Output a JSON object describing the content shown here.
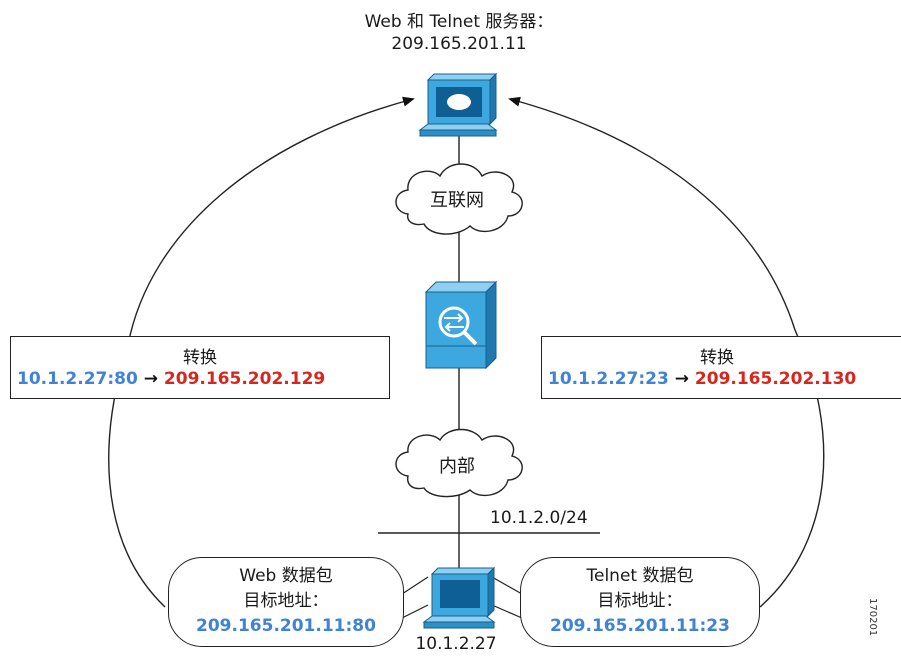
{
  "server": {
    "line1": "Web 和 Telnet 服务器：",
    "line2": "209.165.201.11"
  },
  "clouds": {
    "internet": "互联网",
    "inside": "内部"
  },
  "network": {
    "subnet": "10.1.2.0/24"
  },
  "host": {
    "ip": "10.1.2.27"
  },
  "translations": {
    "left": {
      "title": "转换",
      "source": "10.1.2.27:80",
      "target": "209.165.202.129"
    },
    "right": {
      "title": "转换",
      "source": "10.1.2.27:23",
      "target": "209.165.202.130"
    }
  },
  "packets": {
    "web": {
      "line1": "Web 数据包",
      "line2": "目标地址：",
      "dest": "209.165.201.11:80"
    },
    "telnet": {
      "line1": "Telnet 数据包",
      "line2": "目标地址：",
      "dest": "209.165.201.11:23"
    }
  },
  "figure_id": "170201",
  "colors": {
    "source": "#3f83d6",
    "target": "#d7261e",
    "device": "#3da8e0"
  }
}
